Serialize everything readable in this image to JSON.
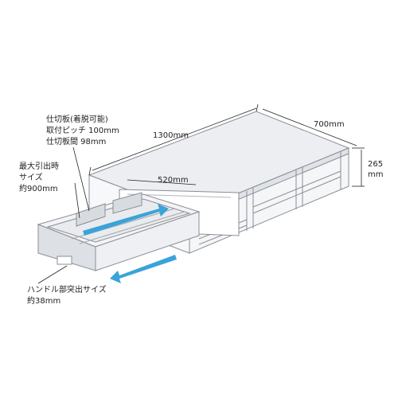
{
  "dimensions": {
    "length": "1300mm",
    "depth": "700mm",
    "height_value": "265",
    "height_unit": "mm",
    "drawer_width": "520mm"
  },
  "annotations": {
    "divider": [
      "仕切板(着脱可能)",
      "取付ピッチ 100mm",
      "仕切板間 98mm"
    ],
    "max_pull": [
      "最大引出時",
      "サイズ",
      "約900mm"
    ],
    "handle": [
      "ハンドル部突出サイズ",
      "約38mm"
    ]
  },
  "colors": {
    "frame": "#8a8f96",
    "top_panel": "#eceef2",
    "arrow": "#3aa3d9"
  }
}
